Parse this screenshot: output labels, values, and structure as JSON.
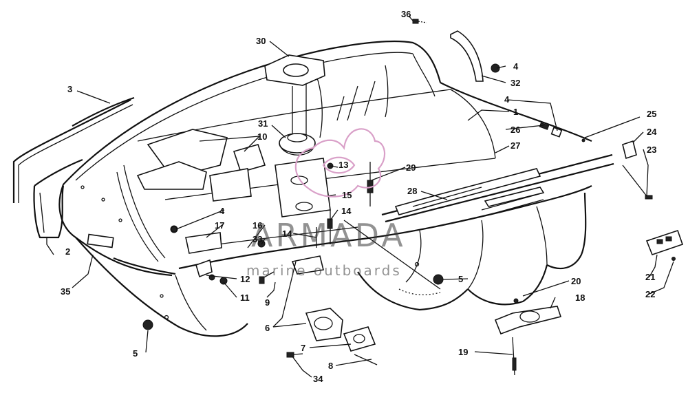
{
  "watermark": {
    "title": "ARMADA",
    "subtitle": "marine outboards",
    "logo_color": "#d9a0c8"
  },
  "callouts": [
    {
      "id": "c36",
      "text": "36"
    },
    {
      "id": "c30",
      "text": "30"
    },
    {
      "id": "c4a",
      "text": "4"
    },
    {
      "id": "c32",
      "text": "32"
    },
    {
      "id": "c3",
      "text": "3"
    },
    {
      "id": "c1",
      "text": "1"
    },
    {
      "id": "c4b",
      "text": "4"
    },
    {
      "id": "c25",
      "text": "25"
    },
    {
      "id": "c31",
      "text": "31"
    },
    {
      "id": "c26",
      "text": "26"
    },
    {
      "id": "c24",
      "text": "24"
    },
    {
      "id": "c10",
      "text": "10"
    },
    {
      "id": "c27",
      "text": "27"
    },
    {
      "id": "c23",
      "text": "23"
    },
    {
      "id": "c13",
      "text": "13"
    },
    {
      "id": "c29",
      "text": "29"
    },
    {
      "id": "c28",
      "text": "28"
    },
    {
      "id": "c15",
      "text": "15"
    },
    {
      "id": "c14a",
      "text": "14"
    },
    {
      "id": "c4c",
      "text": "4"
    },
    {
      "id": "c17",
      "text": "17"
    },
    {
      "id": "c16",
      "text": "16"
    },
    {
      "id": "c33",
      "text": "33"
    },
    {
      "id": "c14b",
      "text": "14"
    },
    {
      "id": "c2",
      "text": "2"
    },
    {
      "id": "c5a",
      "text": "5"
    },
    {
      "id": "c35",
      "text": "35"
    },
    {
      "id": "c12",
      "text": "12"
    },
    {
      "id": "c21",
      "text": "21"
    },
    {
      "id": "c11",
      "text": "11"
    },
    {
      "id": "c9",
      "text": "9"
    },
    {
      "id": "c20",
      "text": "20"
    },
    {
      "id": "c22",
      "text": "22"
    },
    {
      "id": "c18",
      "text": "18"
    },
    {
      "id": "c6",
      "text": "6"
    },
    {
      "id": "c7",
      "text": "7"
    },
    {
      "id": "c5b",
      "text": "5"
    },
    {
      "id": "c19",
      "text": "19"
    },
    {
      "id": "c8",
      "text": "8"
    },
    {
      "id": "c34",
      "text": "34"
    }
  ]
}
